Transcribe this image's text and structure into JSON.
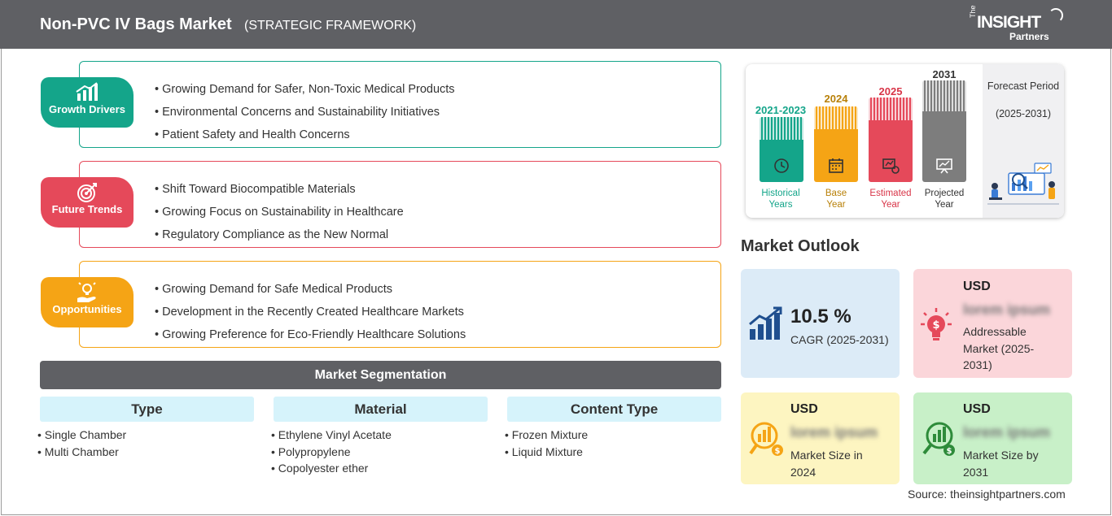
{
  "header": {
    "title": "Non-PVC IV Bags Market",
    "subtitle": "(STRATEGIC FRAMEWORK)",
    "logo": {
      "the": "The",
      "insight": "INSIGHT",
      "partners": "Partners"
    }
  },
  "framework": [
    {
      "label": "Growth Drivers",
      "color": "#14a58a",
      "icon": "growth-chart-icon",
      "items": [
        "Growing Demand for Safer, Non-Toxic Medical Products",
        "Environmental Concerns and Sustainability Initiatives",
        "Patient Safety and Health Concerns"
      ]
    },
    {
      "label": "Future Trends",
      "color": "#e5495a",
      "icon": "target-icon",
      "items": [
        "Shift Toward Biocompatible Materials",
        "Growing Focus on Sustainability in Healthcare",
        "Regulatory Compliance as the New Normal"
      ]
    },
    {
      "label": "Opportunities",
      "color": "#f5a415",
      "icon": "lightbulb-hand-icon",
      "items": [
        "Growing Demand for Safe Medical Products",
        "Development in the Recently Created Healthcare Markets",
        "Growing Preference for Eco-Friendly Healthcare Solutions"
      ]
    }
  ],
  "segmentation": {
    "title": "Market Segmentation",
    "columns": [
      {
        "title": "Type",
        "items": [
          "Single Chamber",
          "Multi Chamber"
        ]
      },
      {
        "title": "Material",
        "items": [
          "Ethylene Vinyl Acetate",
          "Polypropylene",
          "Copolyester ether"
        ]
      },
      {
        "title": "Content Type",
        "items": [
          "Frozen Mixture",
          "Liquid Mixture"
        ]
      }
    ]
  },
  "timeline": {
    "periods": [
      {
        "year": "2021-2023",
        "caption": [
          "Historical",
          "Years"
        ],
        "color": "#14a58a",
        "icon": "history-icon"
      },
      {
        "year": "2024",
        "caption": [
          "Base",
          "Year"
        ],
        "color": "#f5a415",
        "icon": "calendar-icon"
      },
      {
        "year": "2025",
        "caption": [
          "Estimated",
          "Year"
        ],
        "color": "#e5495a",
        "icon": "estimate-icon"
      },
      {
        "year": "2031",
        "caption": [
          "Projected",
          "Year"
        ],
        "color": "#7d7d7d",
        "icon": "projection-icon"
      }
    ],
    "forecast_label": "Forecast Period",
    "forecast_period": "(2025-2031)"
  },
  "outlook": {
    "title": "Market Outlook",
    "cagr": {
      "value": "10.5 %",
      "label": "CAGR (2025-2031)",
      "color": "#dcebf7"
    },
    "addressable": {
      "currency": "USD",
      "value": "lorem ipsum",
      "label": "Addressable Market (2025-2031)",
      "color": "#fbd6da"
    },
    "size_2024": {
      "currency": "USD",
      "value": "lorem ipsum",
      "label": "Market Size in 2024",
      "color": "#fdf5c1"
    },
    "size_2031": {
      "currency": "USD",
      "value": "lorem ipsum",
      "label": "Market Size by 2031",
      "color": "#c8f0c8"
    }
  },
  "source": "Source: theinsightpartners.com"
}
